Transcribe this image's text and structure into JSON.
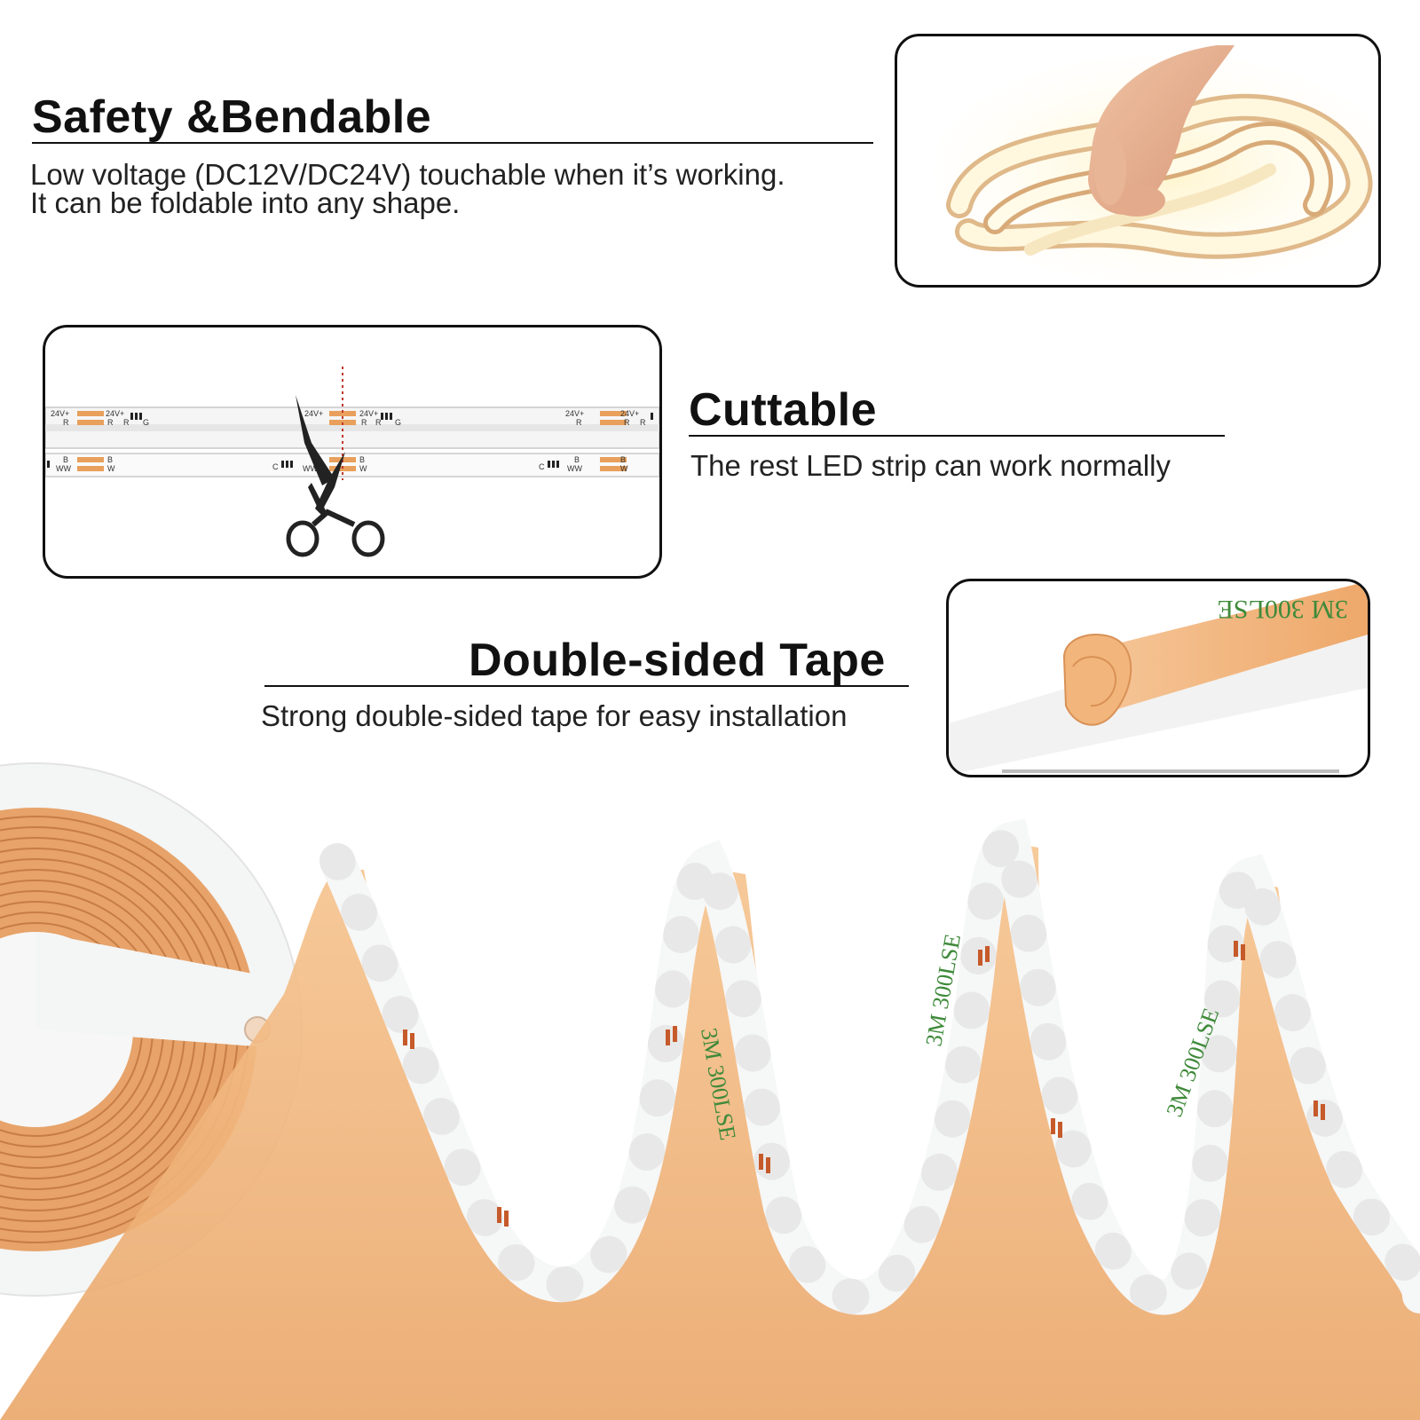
{
  "sections": {
    "safety": {
      "title": "Safety &Bendable",
      "line1": "Low voltage (DC12V/DC24V) touchable when it’s working.",
      "line2": "It can be foldable into any shape."
    },
    "cuttable": {
      "title": "Cuttable",
      "description": "The rest LED strip can work normally"
    },
    "tape": {
      "title": "Double-sided Tape",
      "description": "Strong double-sided tape for easy installation"
    }
  },
  "strip_labels": {
    "voltage": "24V+",
    "r": "R",
    "g": "G",
    "b": "B",
    "w": "W",
    "ww": "WW",
    "c": "C"
  },
  "tape_print": "3M 300LSE",
  "colors": {
    "strip_white": "#f4f6f6",
    "tape_orange": "#f0b27a",
    "copper": "#e09a5a",
    "pad": "#e8a05c",
    "warm_light": "#fff6d6",
    "tape_green": "#3f8a3a",
    "outline": "#111111"
  },
  "icons": [
    "scissors-icon",
    "cut-line"
  ]
}
